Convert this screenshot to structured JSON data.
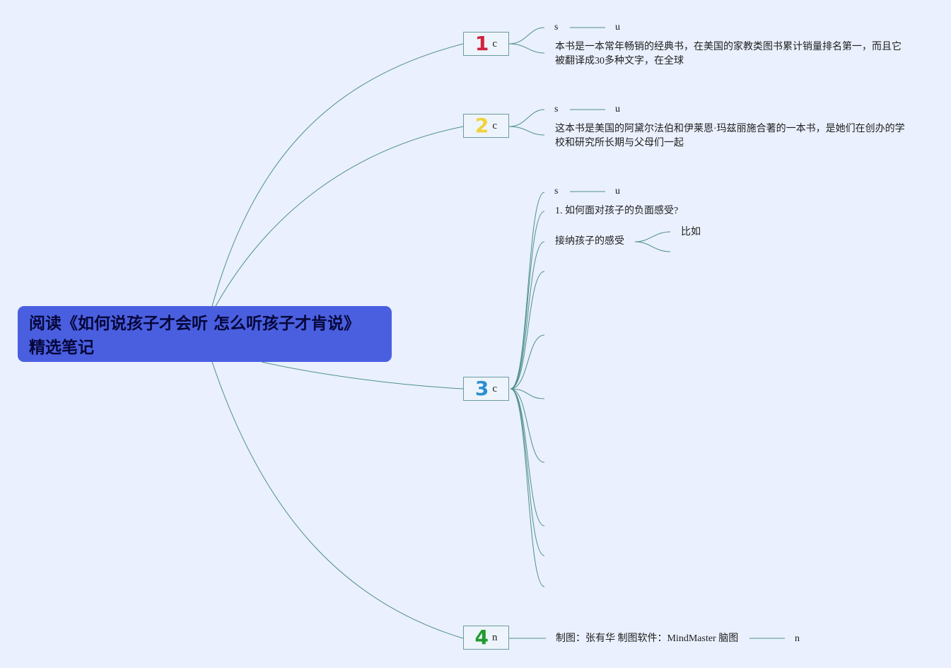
{
  "root": {
    "title_line1": "阅读《如何说孩子才会听 怎么听孩子才肯说》",
    "title_line2": "精选笔记"
  },
  "colors": {
    "connector": "#4e8f8f",
    "root_bg": "#4a5fe0",
    "num1": "#d0223c",
    "num2": "#f0d23a",
    "num3": "#2a8fd2",
    "num4": "#1f9a2e"
  },
  "branches": [
    {
      "number": "1",
      "label": "c",
      "sub_left": "s",
      "sub_right": "u",
      "text": "本书是一本常年畅销的经典书，在美国的家教类图书累计销量排名第一，而且它被翻译成30多种文字，在全球"
    },
    {
      "number": "2",
      "label": "c",
      "sub_left": "s",
      "sub_right": "u",
      "text": "这本书是美国的阿黛尔法伯和伊莱恩·玛兹丽施合著的一本书，是她们在创办的学校和研究所长期与父母们一起"
    },
    {
      "number": "3",
      "label": "c",
      "sub_left": "s",
      "sub_right": "u",
      "question": "1. 如何面对孩子的负面感受?",
      "accept": "接纳孩子的感受",
      "example": "比如"
    },
    {
      "number": "4",
      "label": "n",
      "credits": "制图：张有华 制图软件：MindMaster 脑图",
      "tail": "n"
    }
  ]
}
